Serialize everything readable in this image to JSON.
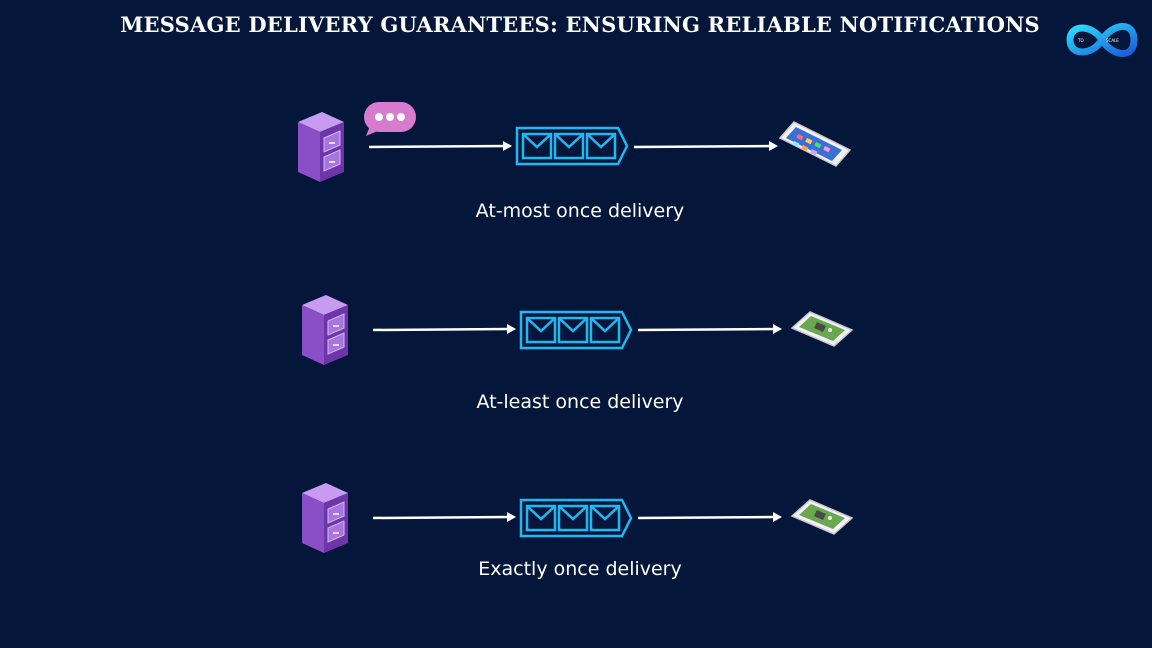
{
  "title": "MESSAGE DELIVERY GUARANTEES: ENSURING RELIABLE NOTIFICATIONS",
  "logo": {
    "text_left": "TO",
    "text_right": "SCALE"
  },
  "rows": [
    {
      "label": "At-most once delivery",
      "receiver": "smartphone",
      "sender_bubble": true
    },
    {
      "label": "At-least once delivery",
      "receiver": "tablet",
      "sender_bubble": false
    },
    {
      "label": "Exactly once delivery",
      "receiver": "tablet",
      "sender_bubble": false
    }
  ],
  "icons": {
    "sender": "server-cabinet-icon",
    "queue": "message-queue-icon",
    "envelope": "envelope-icon",
    "arrow": "arrow-right-icon",
    "bubble": "chat-bubble-icon"
  },
  "colors": {
    "background": "#04173a",
    "server": "#9a5ed6",
    "queue": "#1fb8f0",
    "bubble": "#d77bcf",
    "arrow": "#ffffff"
  }
}
